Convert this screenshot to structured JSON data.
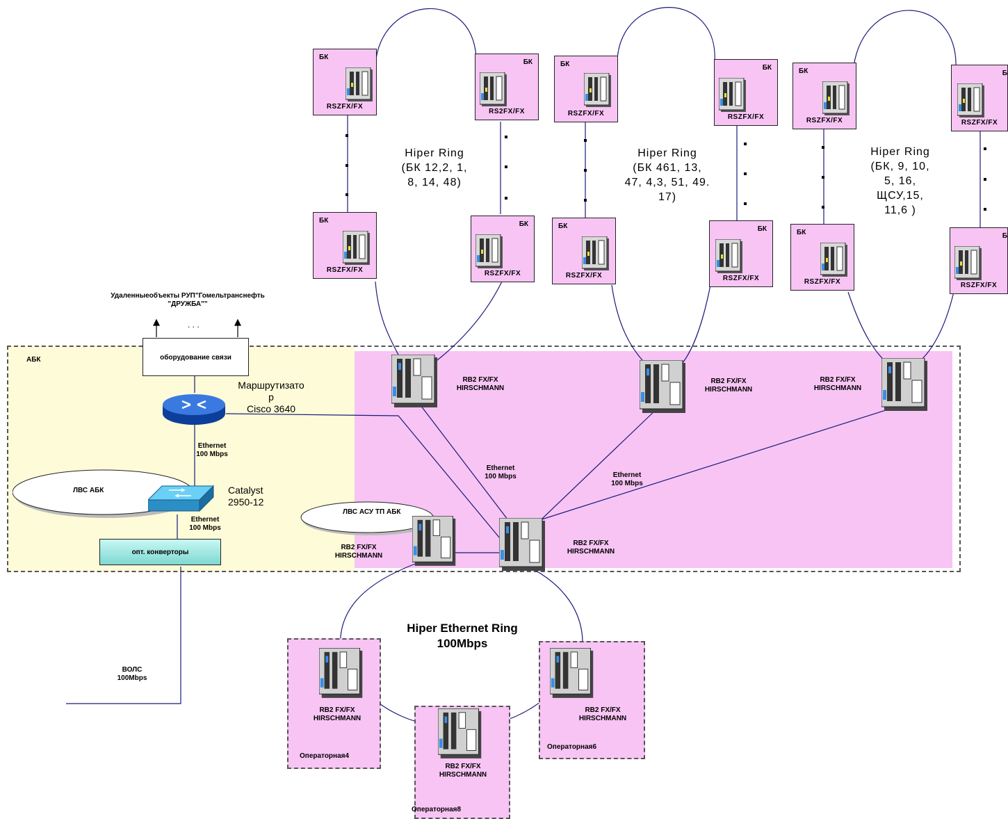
{
  "remote": {
    "heading_line1": "Удаленныеобъекты РУП\"Гомельтранснефть",
    "heading_line2": "\"ДРУЖБА\"\"",
    "dots": ". . ."
  },
  "abk": {
    "zone_label": "АБК",
    "comm_equipment": "оборудование связи",
    "router_label_line1": "Маршрутизато",
    "router_label_line2": "р",
    "router_label_line3": "Cisco 3640",
    "ethernet_label_line1": "Ethernet",
    "ethernet_label_line2": "100 Mbps",
    "catalyst_line1": "Catalyst",
    "catalyst_line2": "2950-12",
    "lvs_abk": "ЛВС АБК",
    "lvs_asutp": "ЛВС АСУ ТП АБК",
    "opt_converters": "опт. конверторы",
    "eth2_line1": "Ethernet",
    "eth2_line2": "100 Mbps"
  },
  "vols": {
    "line1": "ВОЛС",
    "line2": "100Mbps"
  },
  "devices": {
    "bk_label": "БК",
    "rs_model": "RS2FX/FX",
    "rs_model_alt": "RSZFX/FX",
    "rs_model_alt2": "RS2FX/FX",
    "rs_model_alt3": "RSZFX/FX",
    "rs_model_alt4": "RSZFX/FX",
    "rs_model_alt5": "RSZFX/FX",
    "rb_line1": "RB2 FX/FX",
    "rb_line2": "HIRSCHMANN"
  },
  "rings": [
    {
      "line1": "Hiper Ring",
      "line2": "(БК 12,2, 1,",
      "line3": "8, 14, 48)",
      "line4": ""
    },
    {
      "line1": "Hiper Ring",
      "line2": "(БК 461, 13,",
      "line3": "47, 4,3, 51, 49.",
      "line4": "17)"
    },
    {
      "line1": "Hiper Ring",
      "line2": "(БК, 9, 10,",
      "line3": "5, 16,",
      "line4": "ЩСУ,15,",
      "line5": "11,6 )"
    }
  ],
  "links": {
    "eth_a_line1": "Ethernet",
    "eth_a_line2": "100 Mbps",
    "eth_b_line1": "Ethernet",
    "eth_b_line2": "100 Mbps"
  },
  "hiper_eth_ring": {
    "line1": "Hiper Ethernet Ring",
    "line2": "100Mbps"
  },
  "operators": {
    "op4": "Операторная4",
    "op6": "Операторная6",
    "op8": "Операторная8"
  },
  "colors": {
    "zone_yellow": "#fdfbd8",
    "zone_pink": "#f7c4f4",
    "line_blue": "#1a1a7a",
    "router_blue": "#1f5fd0",
    "switch_cyan": "#3aa8d8"
  }
}
